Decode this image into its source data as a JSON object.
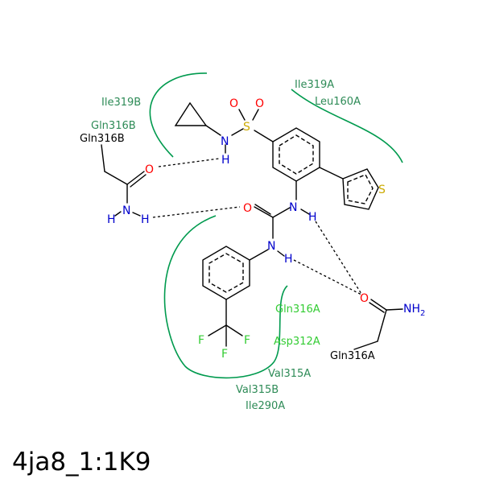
{
  "title": "4ja8_1:1K9",
  "colors": {
    "hydrophobic_arc": "#009a4e",
    "hydrophobic_label": "#2e8b57",
    "polar_label": "#33cc33",
    "oxygen": "#ff0000",
    "nitrogen": "#0000cc",
    "sulfur": "#ccaa00",
    "fluorine": "#33cc33",
    "carbon": "#000000"
  },
  "residue_labels": {
    "ile319b": "Ile319B",
    "gln316b_contact": "Gln316B",
    "gln316b_bonded": "Gln316B",
    "ile319a": "Ile319A",
    "leu160a": "Leu160A",
    "gln316a_contact": "Gln316A",
    "asp312a": "Asp312A",
    "val315a": "Val315A",
    "val315b": "Val315B",
    "ile290a": "Ile290A",
    "gln316a_bonded": "Gln316A"
  },
  "atom_labels": {
    "o": "O",
    "n": "N",
    "h": "H",
    "s": "S",
    "f": "F",
    "nh2_n": "NH",
    "nh2_sub": "2"
  }
}
